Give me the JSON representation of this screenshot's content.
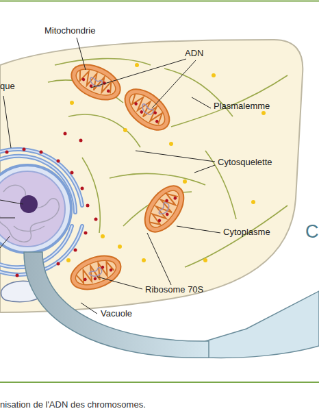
{
  "diagram": {
    "caption": "nisation de l'ADN des chromosomes.",
    "labels": [
      "Mitochondrie",
      "ADN",
      "que",
      "Plasmalemme",
      "Cytosquelette",
      "Cytoplasme",
      "C",
      "Ribosome 70S",
      "Vacuole"
    ]
  }
}
